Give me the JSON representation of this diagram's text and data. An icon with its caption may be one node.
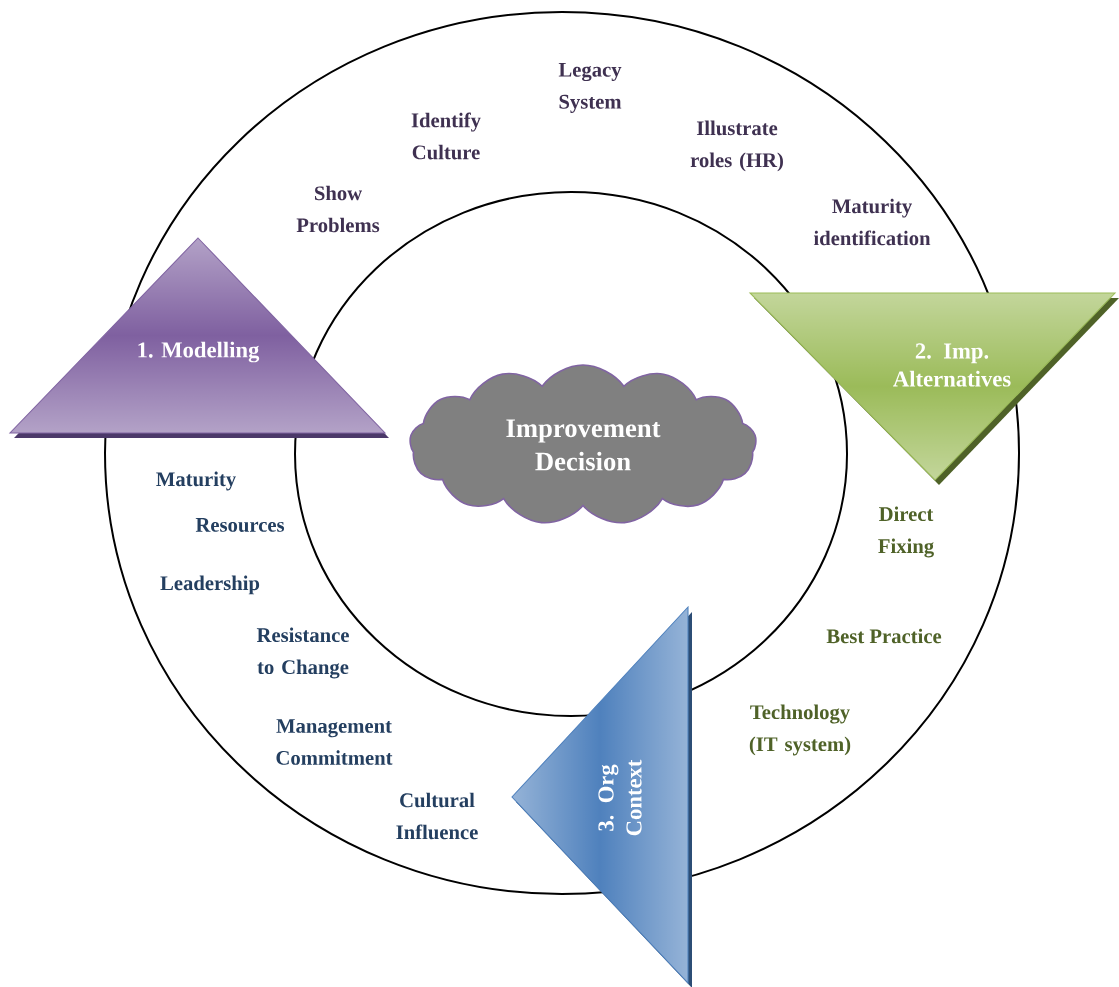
{
  "diagram": {
    "nodes": [
      {
        "text": [
          "1. Modelling"
        ]
      },
      {
        "text": [
          "2. Imp. Alternatives"
        ]
      },
      {
        "text": [
          "3. Org Context"
        ]
      },
      {
        "text": [
          "Improvement Decision"
        ]
      }
    ],
    "labels": [
      "Legacy System",
      "Identify Culture",
      "Illustrate roles (HR)",
      "Show Problems",
      "Maturity identification",
      "Maturity",
      "Resources",
      "Direct Fixing",
      "Leadership",
      "Best Practice",
      "Resistance to Change",
      "Technology (IT system)",
      "Management Commitment",
      "Cultural Influence"
    ]
  }
}
